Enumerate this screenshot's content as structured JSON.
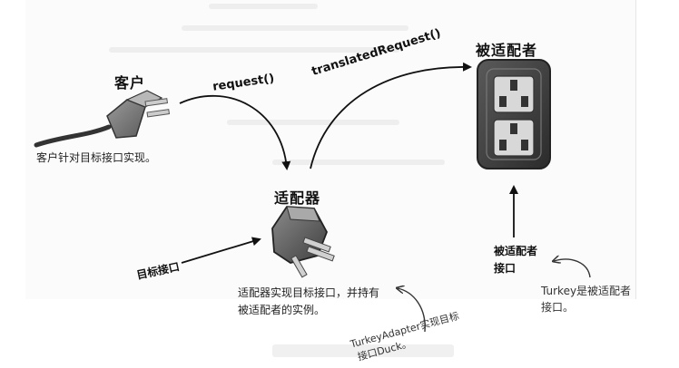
{
  "client": {
    "title": "客户",
    "description": "客户针对目标接口实现。"
  },
  "calls": {
    "request": "request()",
    "translated_request": "translatedRequest()"
  },
  "adapter": {
    "title": "适配器",
    "target_label": "目标接口",
    "description_line1": "适配器实现目标接口，并持有",
    "description_line2": "被适配者的实例。",
    "note_line1": "TurkeyAdapter实现目标",
    "note_line2": "接口Duck。"
  },
  "adaptee": {
    "title": "被适配者",
    "label_line1": "被适配者",
    "label_line2": "接口",
    "note_line1": "Turkey是被适配者",
    "note_line2": "接口。"
  }
}
